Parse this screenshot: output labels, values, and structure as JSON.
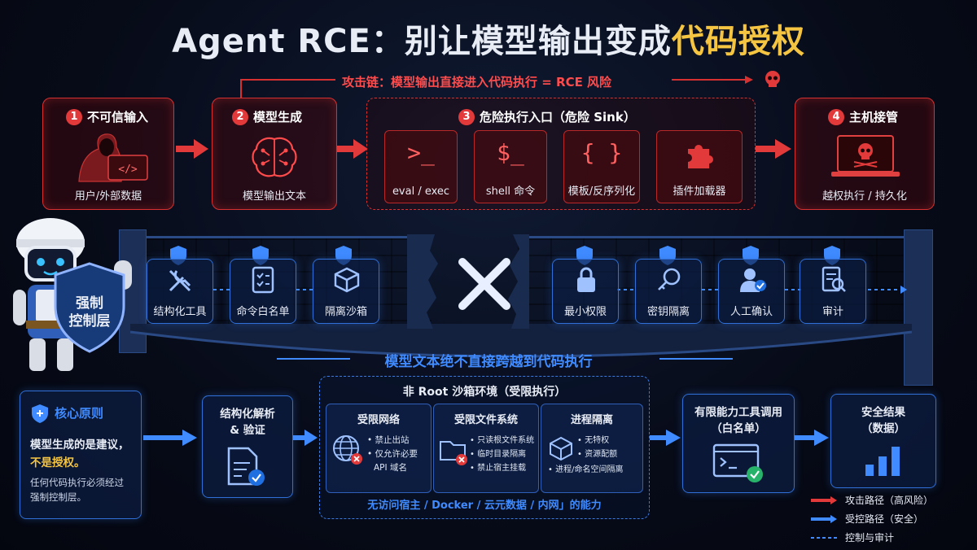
{
  "title": {
    "main": "Agent RCE：别让模型输出变成",
    "highlight": "代码授权"
  },
  "attack_chain_label": "攻击链：模型输出直接进入代码执行 = RCE 风险",
  "stages": [
    {
      "num": "1",
      "title": "不可信输入",
      "caption": "用户/外部数据"
    },
    {
      "num": "2",
      "title": "模型生成",
      "caption": "模型输出文本"
    },
    {
      "num": "3",
      "title": "危险执行入口（危险 Sink）"
    },
    {
      "num": "4",
      "title": "主机接管",
      "caption": "越权执行 / 持久化"
    }
  ],
  "sinks": [
    {
      "glyph": ">_",
      "label": "eval / exec"
    },
    {
      "glyph": "$_",
      "label": "shell 命令"
    },
    {
      "glyph": "{ }",
      "label": "模板/反序列化"
    },
    {
      "glyph": "puzzle-icon",
      "label": "插件加载器"
    }
  ],
  "shield_label": [
    "强制",
    "控制层"
  ],
  "controls": [
    "结构化工具",
    "命令白名单",
    "隔离沙箱",
    "最小权限",
    "密钥隔离",
    "人工确认",
    "审计"
  ],
  "bridge_caption": "模型文本绝不直接跨越到代码执行",
  "core": {
    "title": "核心原则",
    "line1": "模型生成的是建议，",
    "line2": "不是授权。",
    "line3": "任何代码执行必须经过",
    "line4": "强制控制层。"
  },
  "parse": {
    "line1": "结构化解析",
    "line2": "& 验证"
  },
  "sandbox": {
    "title": "非 Root 沙箱环境（受限执行）",
    "footer": "无访问宿主 / Docker / 云元数据 / 内网」的能力",
    "cols": [
      {
        "title": "受限网络",
        "items": [
          "• 禁止出站",
          "• 仅允许必要",
          "API 域名"
        ]
      },
      {
        "title": "受限文件系统",
        "items": [
          "• 只读根文件系统",
          "• 临时目录隔离",
          "• 禁止宿主挂载"
        ]
      },
      {
        "title": "进程隔离",
        "items": [
          "• 无特权",
          "• 资源配额",
          "• 进程/命名空间隔离"
        ]
      }
    ]
  },
  "limited_tool": {
    "line1": "有限能力工具调用",
    "line2": "（白名单）"
  },
  "result": {
    "line1": "安全结果",
    "line2": "（数据）"
  },
  "legend": [
    "攻击路径（高风险）",
    "受控路径（安全）",
    "控制与审计"
  ],
  "colors": {
    "attack": "#e23a3a",
    "safe": "#3f8bff",
    "highlight": "#f5c542"
  }
}
